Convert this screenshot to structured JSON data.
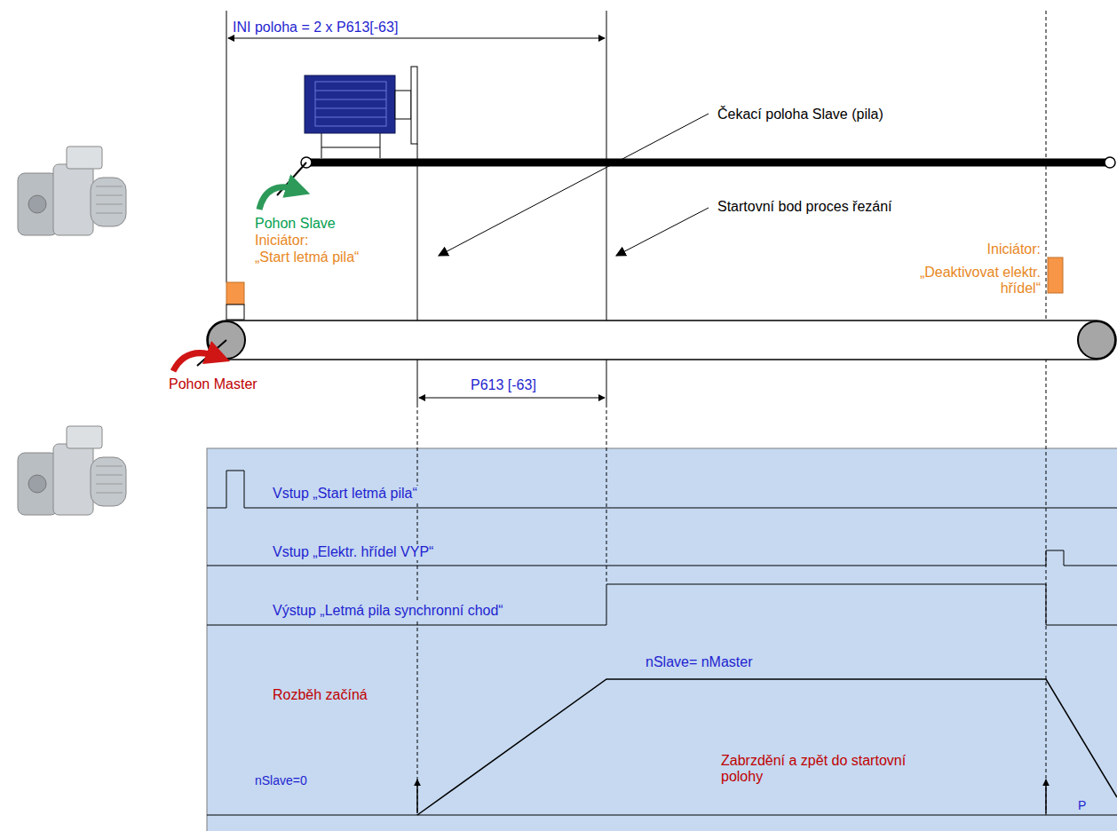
{
  "diagram": {
    "labels": [
      "INI poloha = 2 x P613[-63]",
      "Čekací poloha Slave (pila)",
      "Startovní bod proces řezání",
      "Pohon Slave",
      "Iniciátor:",
      "„Start letmá pila“",
      "Iniciátor:",
      "„Deaktivovat elektr. hřídel“",
      "P613 [-63]",
      "Pohon Master",
      "Vstup „Start letmá pila“",
      "Vstup „Elektr. hřídel VYP“",
      "Výstup „Letmá pila synchronní chod“",
      "nSlave= nMaster",
      "Rozběh začíná",
      "nSlave=0",
      "Zabrzdění a zpět do startovní polohy",
      "P"
    ]
  }
}
